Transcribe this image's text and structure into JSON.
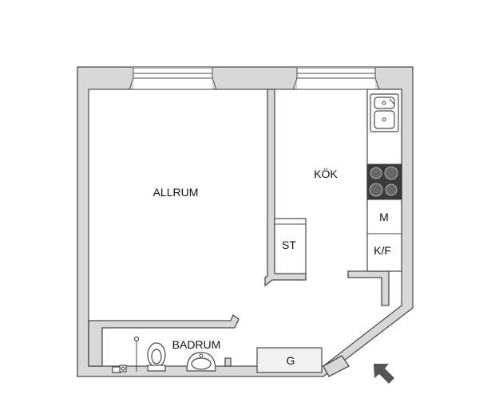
{
  "rooms": {
    "living_room": "ALLRUM",
    "kitchen": "KÖK",
    "bathroom": "BADRUM"
  },
  "fixtures": {
    "storage": "ST",
    "microwave": "M",
    "fridge_freezer": "K/F",
    "g": "G"
  },
  "icons": {
    "compass": "north-arrow-icon"
  },
  "colors": {
    "wall": "#d8d8d8",
    "outline": "#4a4a4a",
    "stove": "#3a3a3a",
    "arrow": "#555555"
  }
}
